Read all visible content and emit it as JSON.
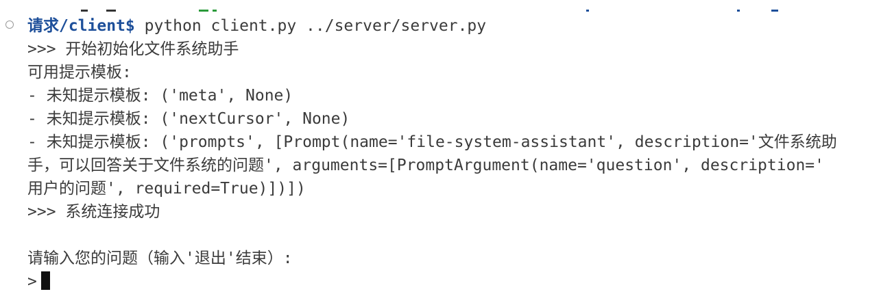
{
  "terminal": {
    "prompt_path": "请求/client$",
    "command": " python client.py ../server/server.py",
    "lines": [
      ">>> 开始初始化文件系统助手",
      "可用提示模板:",
      "- 未知提示模板: ('meta', None)",
      "- 未知提示模板: ('nextCursor', None)",
      "- 未知提示模板: ('prompts', [Prompt(name='file-system-assistant', description='文件系统助",
      "手，可以回答关于文件系统的问题', arguments=[PromptArgument(name='question', description='",
      "用户的问题', required=True)])])",
      ">>> 系统连接成功",
      "",
      "请输入您的问题（输入'退出'结束）:"
    ],
    "input_prompt": ">",
    "input_value": ""
  },
  "colors": {
    "prompt": "#1d4f9a",
    "text": "#3b3b3b",
    "cursor": "#111111"
  }
}
